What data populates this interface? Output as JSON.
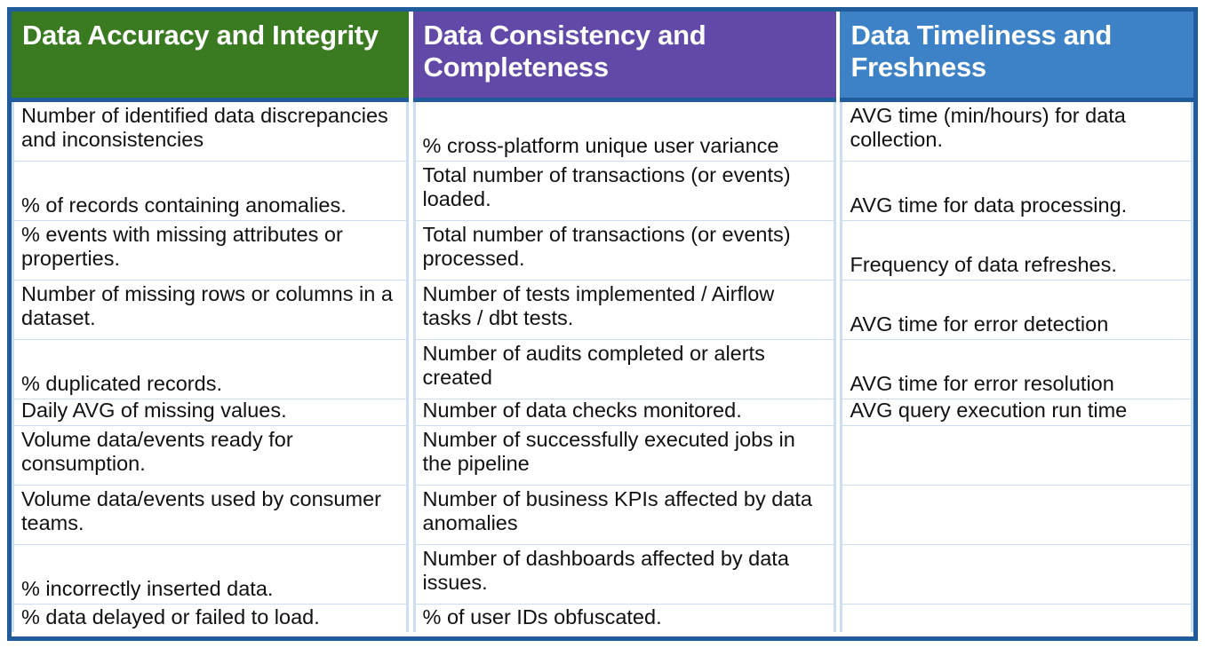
{
  "table": {
    "border_color": "#1F5C99",
    "grid_color": "#CBDEF2",
    "columns": [
      {
        "header": "Data Accuracy and Integrity",
        "header_color": "#3A7A21",
        "cells": [
          "Number of identified data discrepancies and inconsistencies",
          "% of records containing anomalies.",
          "% events with missing attributes or properties.",
          "Number of missing rows or columns in a dataset.",
          "% duplicated records.",
          "Daily AVG of missing values.",
          "Volume data/events ready for consumption.",
          "Volume data/events used by consumer teams.",
          "% incorrectly inserted data.",
          "% data delayed or failed to load."
        ]
      },
      {
        "header": "Data Consistency and Completeness",
        "header_color": "#6249A8",
        "cells": [
          "% cross-platform unique user variance",
          "Total number of transactions (or events) loaded.",
          "Total number of transactions (or events) processed.",
          "Number of tests implemented / Airflow tasks / dbt tests.",
          "Number of audits completed or alerts created",
          "Number of data checks monitored.",
          "Number of successfully executed jobs in the pipeline",
          "Number of business KPIs affected by data anomalies",
          "Number of dashboards affected by data issues.",
          "% of user IDs obfuscated."
        ]
      },
      {
        "header": "Data Timeliness and Freshness",
        "header_color": "#3D81C6",
        "cells": [
          "AVG time (min/hours) for data collection.",
          "AVG time for data processing.",
          "Frequency of data refreshes.",
          "AVG time for error detection",
          "AVG time for error resolution",
          "AVG query execution run time",
          "",
          "",
          "",
          ""
        ]
      }
    ]
  }
}
